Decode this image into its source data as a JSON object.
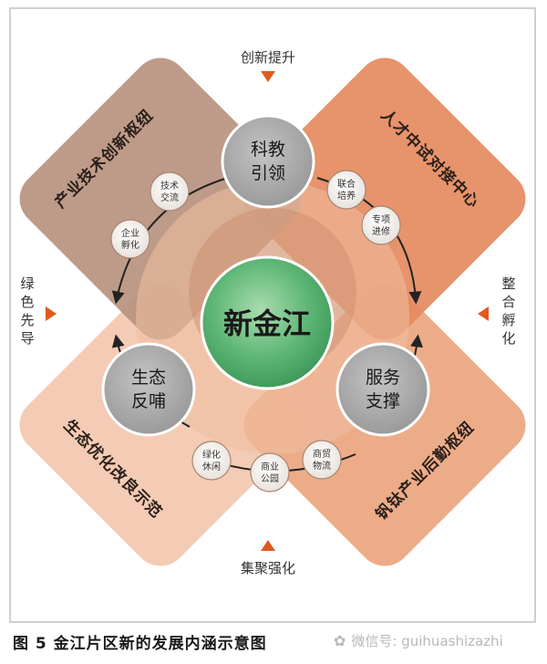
{
  "diagram": {
    "center": "新金江",
    "top_hub": [
      "科教",
      "引领"
    ],
    "left_hub": [
      "生态",
      "反哺"
    ],
    "right_hub": [
      "服务",
      "支撑"
    ],
    "quadrants": {
      "top_left": "产业技术创新枢纽",
      "top_right": "人才中试对接中心",
      "bottom_left": "生态优化改良示范",
      "bottom_right": "钒钛产业后勤枢纽"
    },
    "nodes": {
      "tech_exchange": [
        "技术",
        "交流"
      ],
      "enterprise_incubation": [
        "企业",
        "孵化"
      ],
      "joint_training": [
        "联合",
        "培养"
      ],
      "special_study": [
        "专项",
        "进修"
      ],
      "green_leisure": [
        "绿化",
        "休闲"
      ],
      "commercial_park": [
        "商业",
        "公园"
      ],
      "trade_logistics": [
        "商贸",
        "物流"
      ]
    },
    "edges": {
      "top": "创新提升",
      "bottom": "集聚强化",
      "left": [
        "绿",
        "色",
        "先",
        "导"
      ],
      "right": [
        "整",
        "合",
        "孵",
        "化"
      ]
    }
  },
  "caption": "图 5  金江片区新的发展内涵示意图",
  "watermark": "微信号: guihuashizazhi",
  "colors": {
    "tl_quadrant": "#b9927e",
    "tr_quadrant": "#e58a5e",
    "bl_quadrant": "#f3c8b0",
    "br_quadrant": "#eca882",
    "hub_gray": "#a9a9a9",
    "center_green": "#5fb777",
    "arrow_orange": "#e05a1f"
  }
}
